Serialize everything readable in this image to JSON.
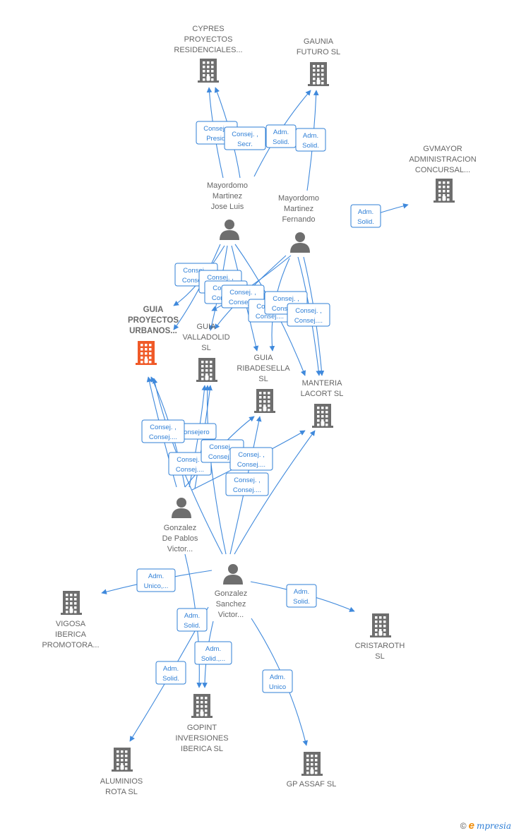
{
  "companies": [
    {
      "id": "cypres",
      "label": [
        "CYPRES",
        "PROYECTOS",
        "RESIDENCIALES..."
      ],
      "highlight": false
    },
    {
      "id": "gaunia",
      "label": [
        "GAUNIA",
        "FUTURO SL"
      ],
      "highlight": false
    },
    {
      "id": "gvmayor",
      "label": [
        "GVMAYOR",
        "ADMINISTRACION",
        "CONCURSAL..."
      ],
      "highlight": false
    },
    {
      "id": "guia_proy",
      "label": [
        "GUIA",
        "PROYECTOS",
        "URBANOS..."
      ],
      "highlight": true
    },
    {
      "id": "guia_vall",
      "label": [
        "GUIA",
        "VALLADOLID",
        "SL"
      ],
      "highlight": false
    },
    {
      "id": "guia_rib",
      "label": [
        "GUIA",
        "RIBADESELLA",
        "SL"
      ],
      "highlight": false
    },
    {
      "id": "manteria",
      "label": [
        "MANTERIA",
        "LACORT  SL"
      ],
      "highlight": false
    },
    {
      "id": "vigosa",
      "label": [
        "VIGOSA",
        "IBERICA",
        "PROMOTORA..."
      ],
      "highlight": false
    },
    {
      "id": "cristaroth",
      "label": [
        "CRISTAROTH",
        "SL"
      ],
      "highlight": false
    },
    {
      "id": "gopint",
      "label": [
        "GOPINT",
        "INVERSIONES",
        "IBERICA  SL"
      ],
      "highlight": false
    },
    {
      "id": "aluminios",
      "label": [
        "ALUMINIOS",
        "ROTA  SL"
      ],
      "highlight": false
    },
    {
      "id": "gpassaf",
      "label": [
        "GP ASSAF  SL"
      ],
      "highlight": false
    }
  ],
  "persons": [
    {
      "id": "mm_jose",
      "label": [
        "Mayordomo",
        "Martinez",
        "Jose Luis"
      ]
    },
    {
      "id": "mm_fern",
      "label": [
        "Mayordomo",
        "Martinez",
        "Fernando"
      ]
    },
    {
      "id": "gp_victor",
      "label": [
        "Gonzalez",
        "De Pablos",
        "Victor..."
      ]
    },
    {
      "id": "gs_victor",
      "label": [
        "Gonzalez",
        "Sanchez",
        "Victor..."
      ]
    }
  ],
  "edge_labels": [
    {
      "id": "e1",
      "lines": [
        "Consej. ,",
        "Presid."
      ]
    },
    {
      "id": "e2",
      "lines": [
        "Consej. ,",
        "Secr."
      ]
    },
    {
      "id": "e3",
      "lines": [
        "Adm.",
        "Solid."
      ]
    },
    {
      "id": "e4",
      "lines": [
        "Adm.",
        "Solid."
      ]
    },
    {
      "id": "e5",
      "lines": [
        "Adm.",
        "Solid."
      ]
    },
    {
      "id": "e6",
      "lines": [
        "Consej. ,",
        "Consej...."
      ]
    },
    {
      "id": "e7",
      "lines": [
        "Consej. ,",
        "Consej...."
      ]
    },
    {
      "id": "e8",
      "lines": [
        "Consej. ,",
        "Consej...."
      ]
    },
    {
      "id": "e9",
      "lines": [
        "Consej. ,",
        "Consej...."
      ]
    },
    {
      "id": "e10",
      "lines": [
        "Consej. ,",
        "Consej...."
      ]
    },
    {
      "id": "e11",
      "lines": [
        "Consej. ,",
        "Consej...."
      ]
    },
    {
      "id": "e12",
      "lines": [
        "Consej. ,",
        "Consej...."
      ]
    },
    {
      "id": "e13",
      "lines": [
        "Consejero"
      ]
    },
    {
      "id": "e14",
      "lines": [
        "Consej. ,",
        "Consej...."
      ]
    },
    {
      "id": "e15",
      "lines": [
        "Consej. ,",
        "Consej...."
      ]
    },
    {
      "id": "e16",
      "lines": [
        "Consej. ,",
        "Consej...."
      ]
    },
    {
      "id": "e17",
      "lines": [
        "Consej. ,",
        "Consej...."
      ]
    },
    {
      "id": "e18",
      "lines": [
        "Consej. ,",
        "Consej...."
      ]
    },
    {
      "id": "e19",
      "lines": [
        "Adm.",
        "Unico,..."
      ]
    },
    {
      "id": "e20",
      "lines": [
        "Adm.",
        "Solid."
      ]
    },
    {
      "id": "e21",
      "lines": [
        "Adm.",
        "Solid."
      ]
    },
    {
      "id": "e22",
      "lines": [
        "Adm.",
        "Solid.,..."
      ]
    },
    {
      "id": "e23",
      "lines": [
        "Adm.",
        "Solid."
      ]
    },
    {
      "id": "e24",
      "lines": [
        "Adm.",
        "Unico"
      ]
    }
  ],
  "colors": {
    "edge": "#3f89dc",
    "node": "#6e6e6e",
    "highlight": "#f05a28",
    "box_text": "#2f7fd6"
  },
  "footer": {
    "copyright": "©",
    "brand_initial": "e",
    "brand_rest": "mpresia"
  }
}
